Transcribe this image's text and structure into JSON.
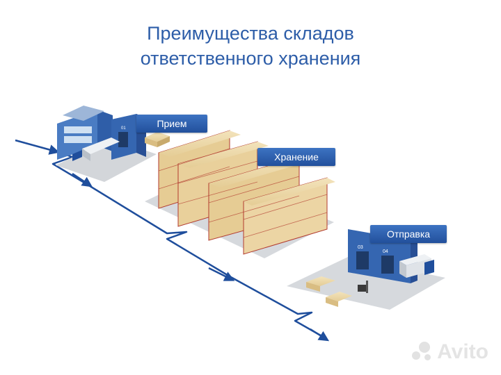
{
  "title": {
    "line1": "Преимущества складов",
    "line2": "ответственного хранения"
  },
  "stages": {
    "receive": "Прием",
    "storage": "Хранение",
    "shipping": "Отправка"
  },
  "gates": {
    "gate1": "01",
    "gate3": "03",
    "gate4": "04"
  },
  "watermark": "Avito",
  "colors": {
    "accent": "#2d5da8",
    "flow_line": "#1f4e9c",
    "label_bg": "#2f63b3",
    "box": "#e9d3a0",
    "rack": "#c0392b",
    "floor": "#d6d9dd"
  }
}
